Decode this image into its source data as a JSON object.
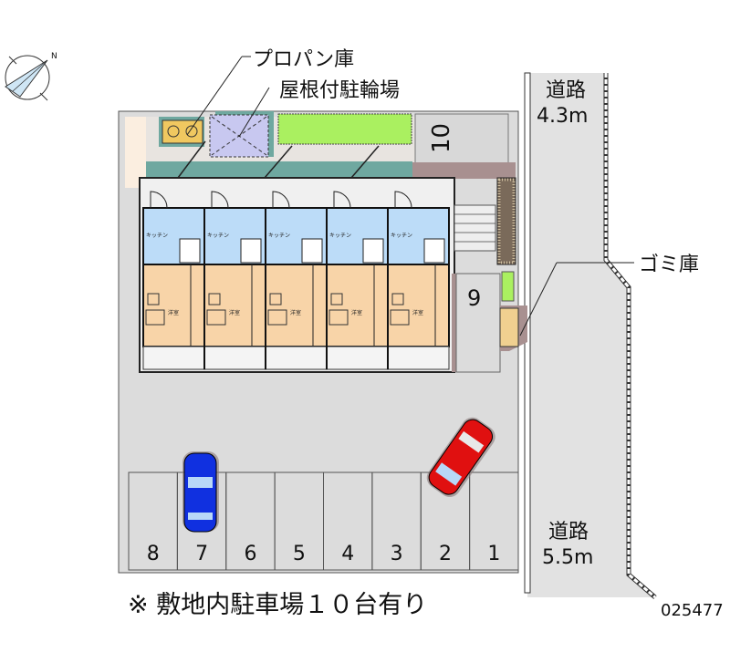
{
  "labels": {
    "propane": "プロパン庫",
    "bicycle_parking": "屋根付駐輪場",
    "garbage": "ゴミ庫",
    "road_top_name": "道路",
    "road_top_width": "4.3m",
    "road_bottom_name": "道路",
    "road_bottom_width": "5.5m",
    "footer_note": "※ 敷地内駐車場１０台有り",
    "property_id": "025477",
    "compass_north": "N"
  },
  "parking": {
    "slots": [
      "8",
      "7",
      "6",
      "5",
      "4",
      "3",
      "2",
      "1"
    ],
    "extra_slots": [
      "9",
      "10"
    ]
  },
  "units": {
    "count": 5,
    "kitchen_label": "キッチン",
    "room_label": "洋室"
  },
  "colors": {
    "ground": "#dcdcdc",
    "road": "#e2e2e2",
    "wet_area": "#bcdcf8",
    "room": "#f8d4a8",
    "hedge": "#aaf060",
    "bicycle_roof": "#c8c8f0",
    "propane": "#f0c860",
    "teal_roof": "#6fa8a0",
    "car_blue": "#1030e0",
    "car_red": "#e01010"
  }
}
